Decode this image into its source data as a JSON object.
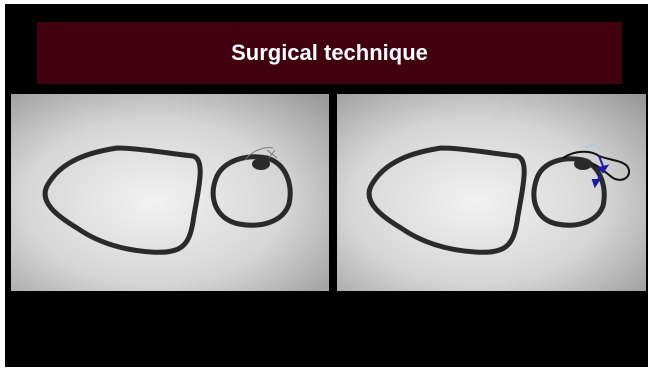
{
  "slide": {
    "title": "Surgical technique"
  },
  "colors": {
    "slide_background": "#000000",
    "title_bar": "#400010",
    "title_text": "#ffffff",
    "outline_ink": "#222222",
    "suture_blue": "#1a1aa8"
  },
  "illustrations": {
    "left": "hand-drawn-outlines-before-suture",
    "right": "hand-drawn-outlines-with-suture-arrows"
  }
}
